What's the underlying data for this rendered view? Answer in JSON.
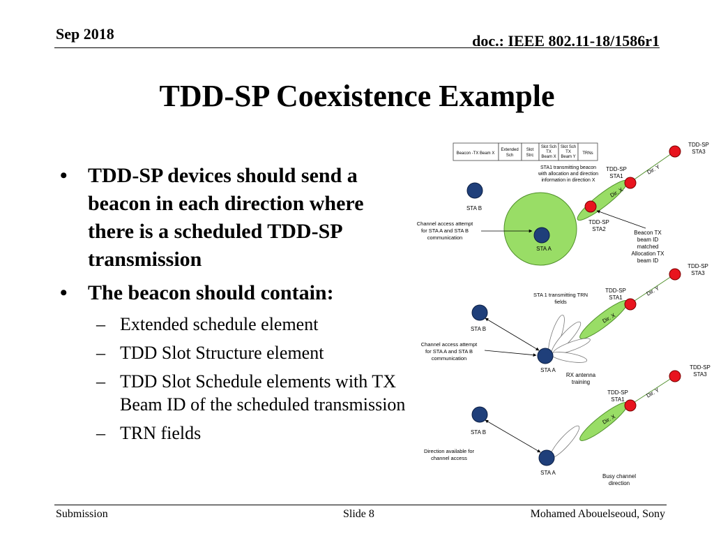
{
  "header": {
    "date": "Sep 2018",
    "doc_id": "doc.: IEEE 802.11-18/1586r1"
  },
  "title": "TDD-SP Coexistence Example",
  "bullets": [
    {
      "text": "TDD-SP devices should send a beacon in each direction where there is a scheduled TDD-SP transmission",
      "lines": [
        "TDD-SP devices should send a",
        "beacon in each direction where",
        "there is a scheduled TDD-SP",
        "transmission"
      ]
    },
    {
      "text": "The beacon should contain:",
      "lines": [
        "The beacon should contain:"
      ]
    }
  ],
  "sub_bullets": [
    {
      "lines": [
        "Extended schedule element"
      ]
    },
    {
      "lines": [
        "TDD Slot Structure element"
      ]
    },
    {
      "lines": [
        "TDD Slot Schedule elements with TX",
        "Beam ID of the scheduled transmission"
      ]
    },
    {
      "lines": [
        "TRN fields"
      ]
    }
  ],
  "bullet_markers": {
    "level1": "•",
    "level2": "–"
  },
  "frame_fields": [
    {
      "lines": [
        "Beacon -TX Beam X"
      ]
    },
    {
      "lines": [
        "Extended",
        "Sch"
      ]
    },
    {
      "lines": [
        "Slot",
        "Strc"
      ]
    },
    {
      "lines": [
        "Slot Sch",
        "TX",
        "Beam X"
      ]
    },
    {
      "lines": [
        "Slot Sch",
        "TX",
        "Beam Y"
      ]
    },
    {
      "lines": [
        "TRNs"
      ]
    }
  ],
  "scenarios": [
    {
      "sta_a": "STA A",
      "sta_b": "STA B",
      "sta1": [
        "TDD-SP",
        "STA1"
      ],
      "sta2": [
        "TDD-SP",
        "STA2"
      ],
      "sta3": [
        "TDD-SP",
        "STA3"
      ],
      "dir_x": "Dir. X",
      "dir_y": "Dir. Y",
      "caption": [
        "STA1 transmitting beacon",
        "with allocation and direction",
        "information in direction X"
      ],
      "channel_note": [
        "Channel access attempt",
        "for STA A and STA B",
        "communication"
      ],
      "beam_note": [
        "Beacon TX",
        "beam ID",
        "matched",
        "Allocation TX",
        "beam ID"
      ]
    },
    {
      "sta_a": "STA A",
      "sta_b": "STA B",
      "sta1": [
        "TDD-SP",
        "STA1"
      ],
      "sta3": [
        "TDD-SP",
        "STA3"
      ],
      "dir_x": "Dir. X",
      "dir_y": "Dir. Y",
      "caption": [
        "STA 1 transmitting TRN",
        "fields"
      ],
      "channel_note": [
        "Channel access attempt",
        "for STA A and STA B",
        "communication"
      ],
      "rx_note": [
        "RX antenna",
        "training"
      ]
    },
    {
      "sta_a": "STA A",
      "sta_b": "STA B",
      "sta1": [
        "TDD-SP",
        "STA1"
      ],
      "sta3": [
        "TDD-SP",
        "STA3"
      ],
      "dir_x": "Dir. X",
      "dir_y": "Dir. Y",
      "direction_note": [
        "Direction available for",
        "channel access"
      ],
      "busy_note": [
        "Busy channel",
        "direction"
      ]
    }
  ],
  "colors": {
    "station_blue": "#1f3f7a",
    "station_red": "#e8141e",
    "coverage_green": "#99dd66",
    "outline_green": "#4f8f2a"
  },
  "footer": {
    "left": "Submission",
    "center": "Slide 8",
    "right": "Mohamed Abouelseoud, Sony"
  }
}
